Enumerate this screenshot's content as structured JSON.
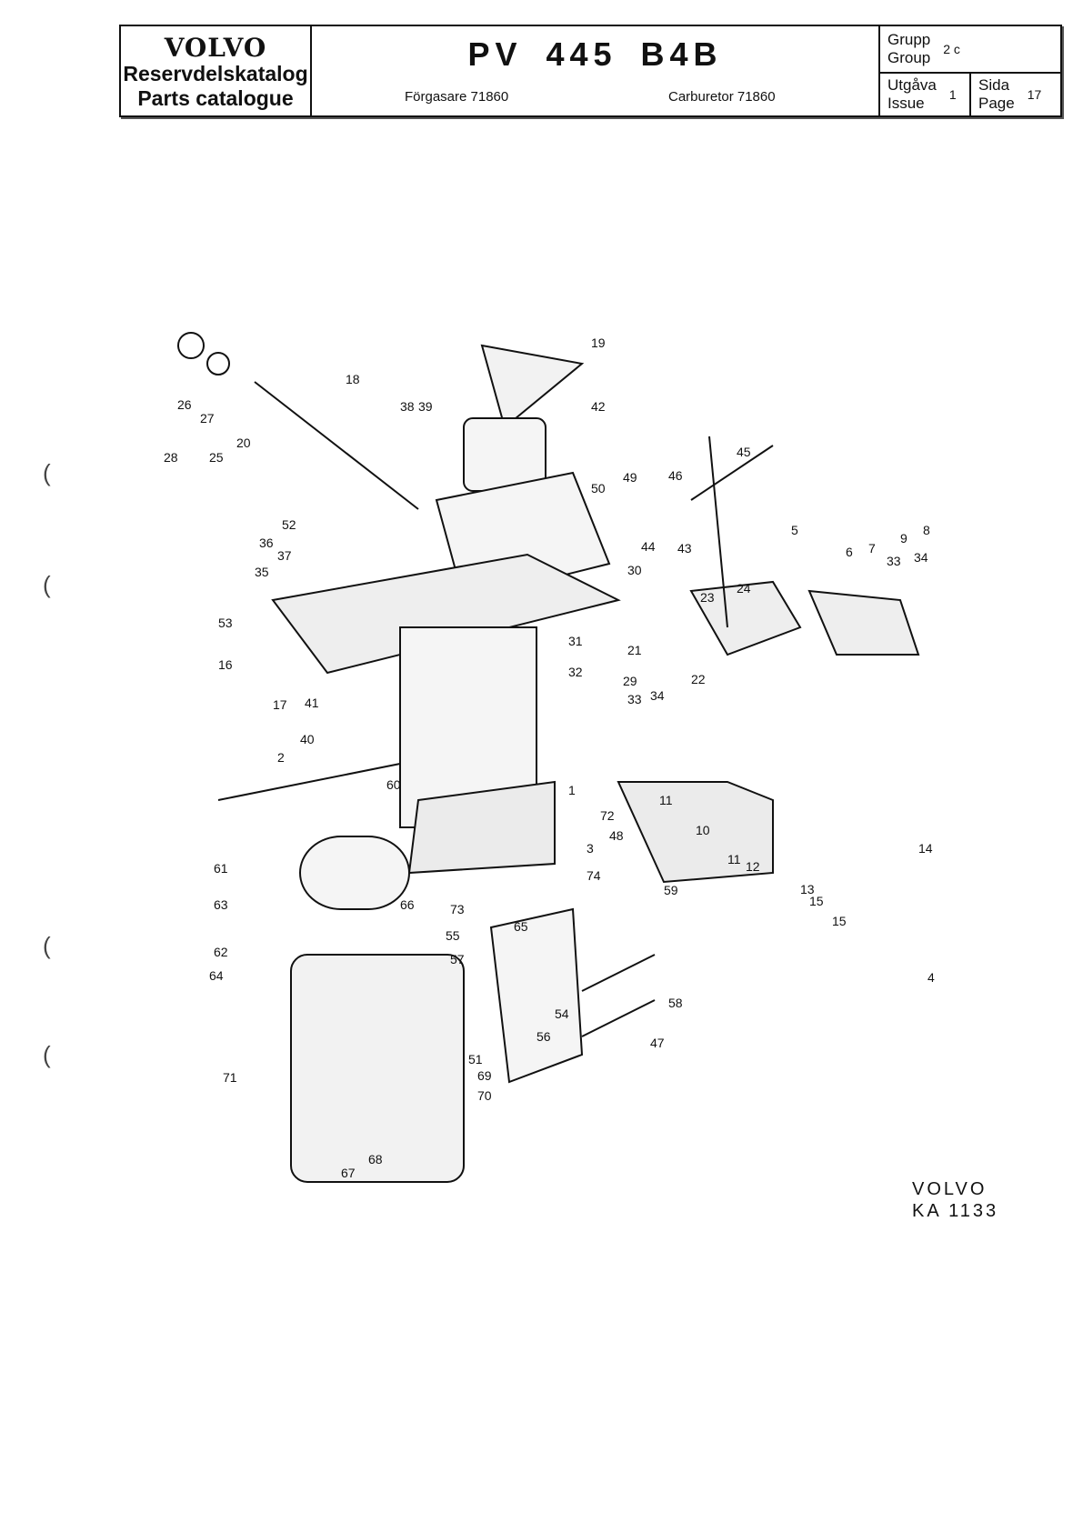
{
  "header": {
    "brand": "VOLVO",
    "catalog_sv": "Reservdelskatalog",
    "catalog_en": "Parts catalogue",
    "model": "PV 445 B4B",
    "subtitle_sv": "Förgasare 71860",
    "subtitle_en": "Carburetor 71860",
    "group_label_sv": "Grupp",
    "group_label_en": "Group",
    "group_value": "2 c",
    "issue_label_sv": "Utgåva",
    "issue_label_en": "Issue",
    "issue_value": "1",
    "page_label_sv": "Sida",
    "page_label_en": "Page",
    "page_value": "17"
  },
  "diagram": {
    "part_numbers": [
      "19",
      "26",
      "27",
      "18",
      "38",
      "39",
      "42",
      "20",
      "28",
      "25",
      "52",
      "36",
      "37",
      "35",
      "50",
      "49",
      "46",
      "45",
      "5",
      "8",
      "9",
      "34",
      "33",
      "7",
      "6",
      "44",
      "43",
      "30",
      "24",
      "23",
      "53",
      "16",
      "31",
      "21",
      "22",
      "17",
      "41",
      "32",
      "29",
      "33",
      "34",
      "40",
      "2",
      "60",
      "1",
      "72",
      "48",
      "11",
      "10",
      "11",
      "12",
      "13",
      "15",
      "15",
      "14",
      "4",
      "61",
      "63",
      "62",
      "64",
      "66",
      "73",
      "74",
      "3",
      "65",
      "55",
      "57",
      "59",
      "58",
      "54",
      "56",
      "51",
      "69",
      "70",
      "71",
      "67",
      "68",
      "47"
    ]
  },
  "stamp": {
    "line1": "VOLVO",
    "line2": "KA 1133"
  }
}
